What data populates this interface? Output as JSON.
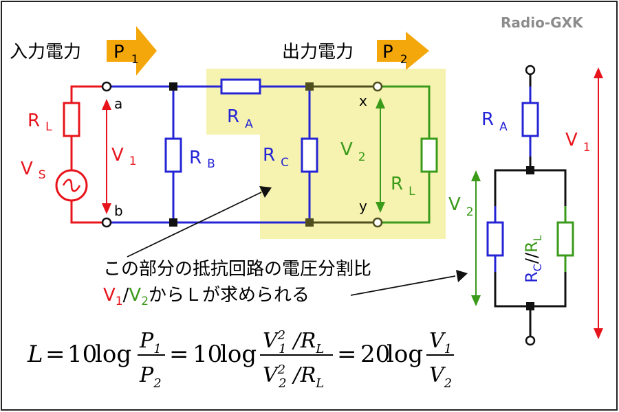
{
  "watermark": "Radio-GXK",
  "power": {
    "input_label": "入力電力",
    "input_symbol": "P",
    "input_sub": "1",
    "output_label": "出力電力",
    "output_symbol": "P",
    "output_sub": "2"
  },
  "circuit": {
    "rl_left": "R",
    "rl_left_sub": "L",
    "vs": "V",
    "vs_sub": "S",
    "v1": "V",
    "v1_sub": "1",
    "node_a": "a",
    "node_b": "b",
    "rb": "R",
    "rb_sub": "B",
    "ra": "R",
    "ra_sub": "A",
    "rc": "R",
    "rc_sub": "C",
    "v2": "V",
    "v2_sub": "2",
    "rl_right": "R",
    "rl_right_sub": "L",
    "node_x": "x",
    "node_y": "y"
  },
  "equivalent": {
    "ra": "R",
    "ra_sub": "A",
    "v1": "V",
    "v1_sub": "1",
    "v2": "V",
    "v2_sub": "2",
    "parallel_r1": "R",
    "parallel_r1_sub": "C",
    "parallel_sep": "//",
    "parallel_r2": "R",
    "parallel_r2_sub": "L"
  },
  "annotation": {
    "line1": "この部分の抵抗回路の電圧分割比",
    "v1": "V",
    "v1_sub": "1",
    "slash": "/",
    "v2": "V",
    "v2_sub": "2",
    "rest": "からＬが求められる"
  },
  "formula": {
    "L": "L",
    "eq": "=",
    "c10": "10",
    "c20": "20",
    "log": "log",
    "P": "P",
    "sub1": "1",
    "sub2": "2",
    "V": "V",
    "R": "R",
    "RL_sub": "L",
    "sq": "2",
    "slash": "/"
  },
  "colors": {
    "red": "#e8141c",
    "blue": "#2424d6",
    "olive": "#4e4e1e",
    "green": "#3a9a1a",
    "highlight": "#f6f3b0",
    "arrow": "#f4a70a"
  }
}
